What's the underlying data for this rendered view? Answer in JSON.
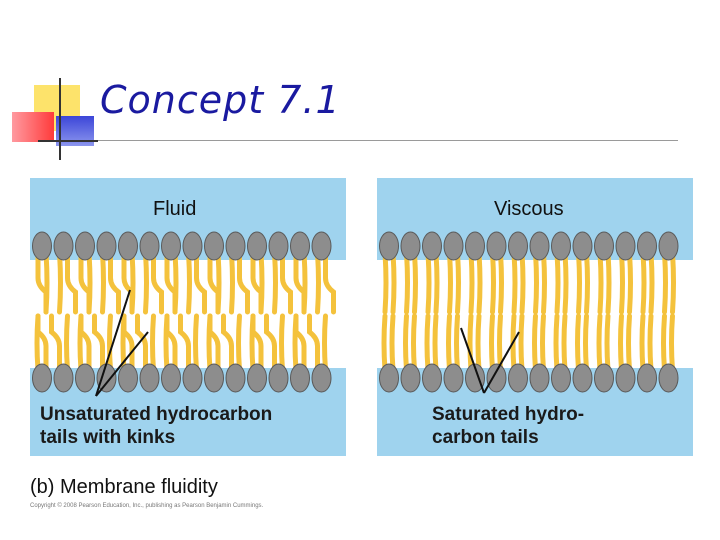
{
  "slide": {
    "title": "Concept 7.1"
  },
  "colors": {
    "title": "#1a1aa0",
    "panel_bg": "#9fd3ee",
    "head_fill": "#8d8d8d",
    "tail_fill": "#f4c23c"
  },
  "panels": [
    {
      "title": "Fluid",
      "caption_line1": "Unsaturated hydrocarbon",
      "caption_line2": "tails with kinks"
    },
    {
      "title": "Viscous",
      "caption_line1": "Saturated hydro-",
      "caption_line2": "carbon tails"
    }
  ],
  "figure_caption": "(b) Membrane fluidity",
  "copyright": "Copyright © 2008 Pearson Education, Inc., publishing as Pearson Benjamin Cummings."
}
